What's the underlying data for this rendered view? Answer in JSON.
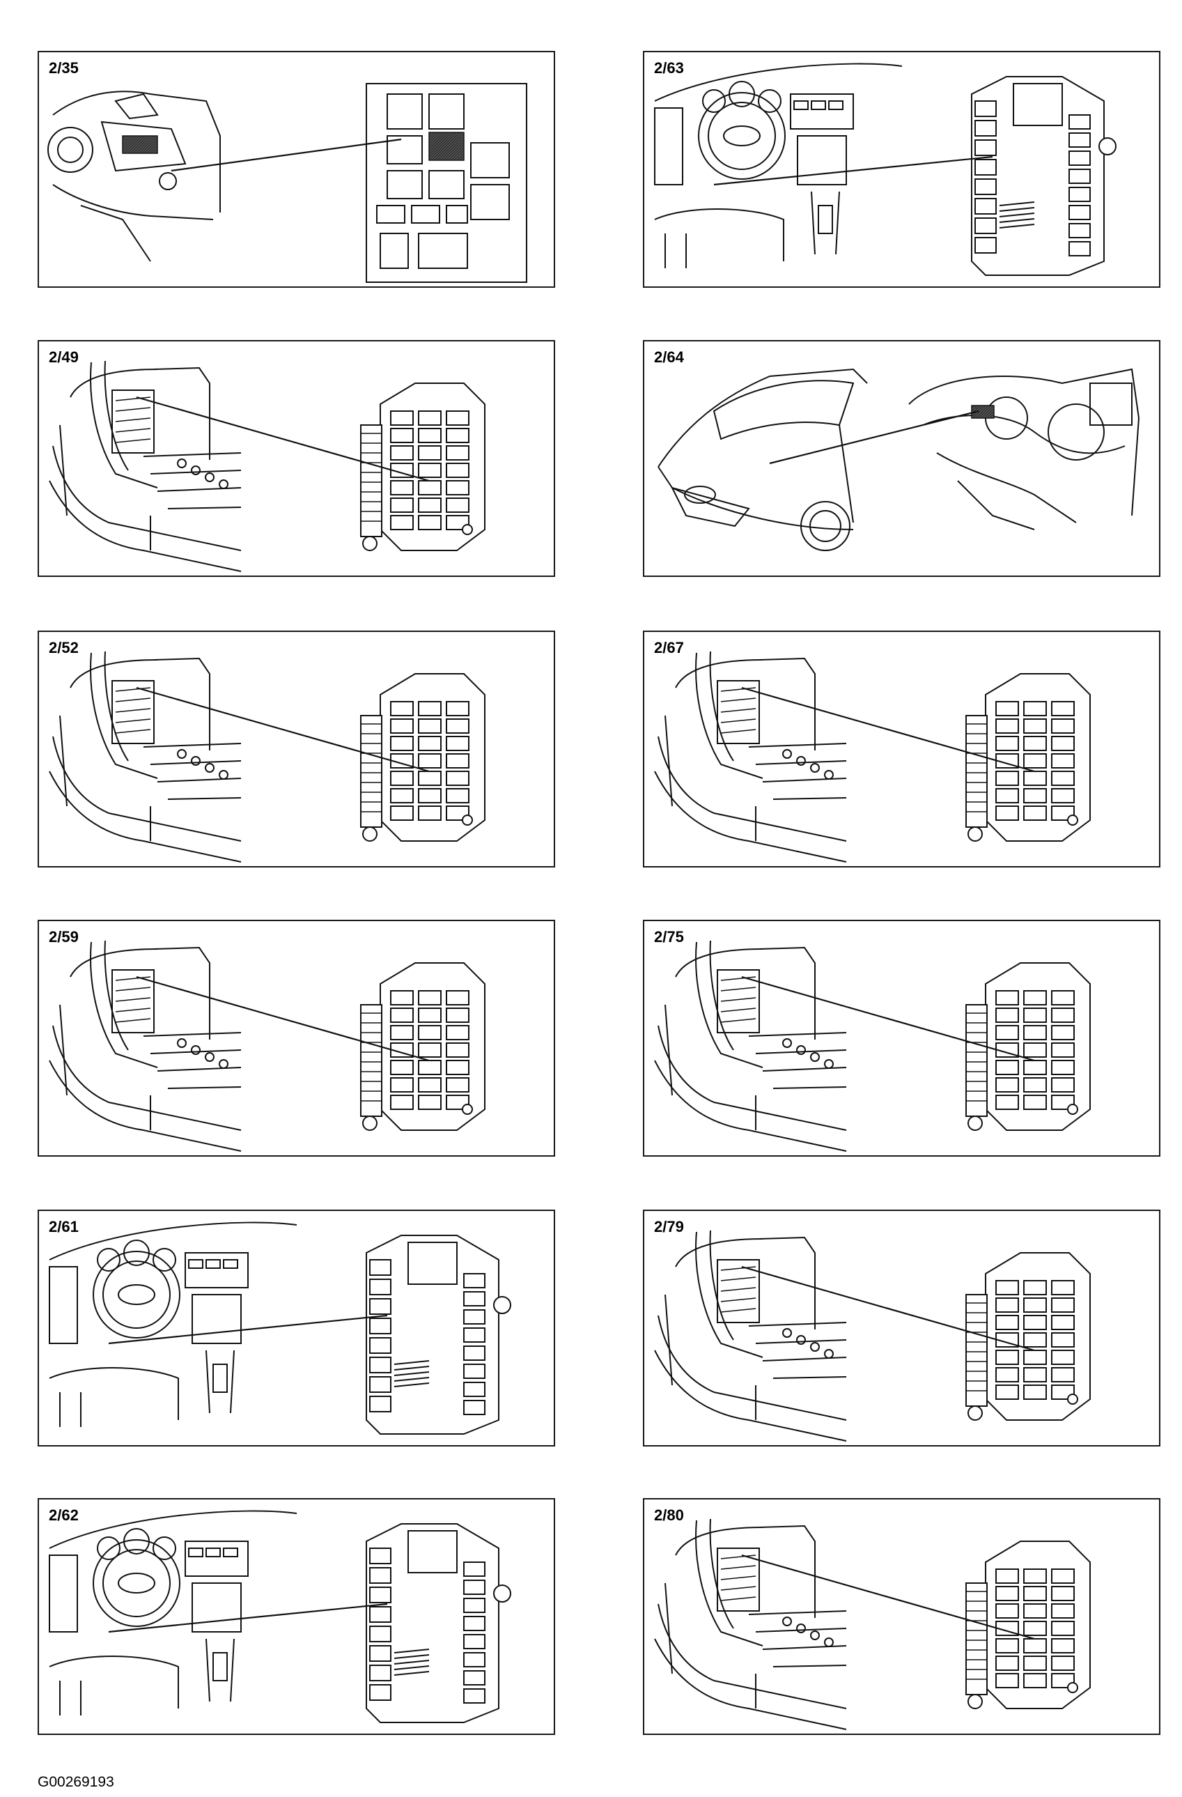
{
  "panels": [
    {
      "label": "2/35",
      "scene": "engine",
      "box": "relaybox"
    },
    {
      "label": "2/63",
      "scene": "dash",
      "box": "fuse_tall"
    },
    {
      "label": "2/49",
      "scene": "trunk",
      "box": "fuse_side"
    },
    {
      "label": "2/64",
      "scene": "car",
      "box": "enginebay"
    },
    {
      "label": "2/52",
      "scene": "trunk",
      "box": "fuse_side"
    },
    {
      "label": "2/67",
      "scene": "trunk",
      "box": "fuse_side"
    },
    {
      "label": "2/59",
      "scene": "trunk",
      "box": "fuse_side"
    },
    {
      "label": "2/75",
      "scene": "trunk",
      "box": "fuse_side"
    },
    {
      "label": "2/61",
      "scene": "dash",
      "box": "fuse_tall"
    },
    {
      "label": "2/79",
      "scene": "trunk",
      "box": "fuse_side"
    },
    {
      "label": "2/62",
      "scene": "dash",
      "box": "fuse_tall"
    },
    {
      "label": "2/80",
      "scene": "trunk",
      "box": "fuse_side"
    }
  ],
  "footer": "G00269193"
}
